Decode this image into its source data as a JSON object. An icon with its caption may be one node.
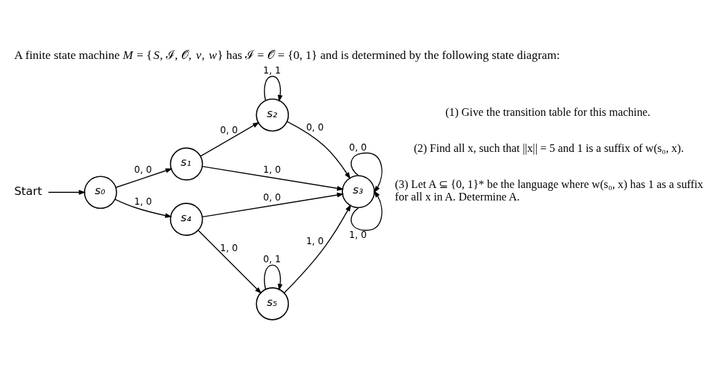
{
  "diagram": {
    "title": "A finite state machine *M* = {*S*, ℐ, 𝒪, *v*, *w*} has ℐ = 𝒪 = {0, 1} and is determined by the following state diagram:",
    "nodes": [
      {
        "text": [
          "s₁"
        ]
      },
      {
        "text": [
          "s₂"
        ]
      },
      {
        "text": [
          "Start"
        ]
      },
      {
        "text": [
          "s₀"
        ]
      },
      {
        "text": [
          "s₃"
        ]
      },
      {
        "text": [
          "s₄"
        ]
      },
      {
        "text": [
          "s₅"
        ]
      }
    ],
    "edges": [
      {
        "from": 2,
        "to": 3,
        "arrow": "to"
      },
      {
        "from": 3,
        "to": 0,
        "arrow": "to",
        "label": "0, 0"
      },
      {
        "from": 0,
        "to": 1,
        "arrow": "to",
        "label": "0, 0"
      },
      {
        "from": 0,
        "to": 4,
        "arrow": "to",
        "label": "1, 0"
      },
      {
        "from": 1,
        "to": 1,
        "arrow": "to",
        "label": "1, 1"
      },
      {
        "from": 1,
        "to": 4,
        "arrow": "to",
        "label": "0, 0"
      },
      {
        "from": 4,
        "to": 4,
        "arrow": "to",
        "label": "0, 0"
      },
      {
        "from": 3,
        "to": 5,
        "arrow": "to",
        "label": "1, 0"
      },
      {
        "from": 6,
        "to": 6,
        "arrow": "to",
        "label": "0, 1"
      },
      {
        "from": 6,
        "to": 4,
        "arrow": "to",
        "label": "1, 0"
      },
      {
        "from": 4,
        "to": 4,
        "arrow": "to",
        "label": "1, 0"
      },
      {
        "from": 5,
        "to": 6,
        "arrow": "to",
        "label": "1, 0"
      },
      {
        "from": 5,
        "to": 4,
        "arrow": "to",
        "label": "0, 0"
      }
    ],
    "labels": [
      "(1) Give the transition table for this machine.",
      "(2) Find all x, such that ||x|| = 5 and 1 is a suffix of w(s₀, x).",
      "(3) Let A ⊆ {0, 1}* be the language where w(s₀, x) has 1 as a suffix for all x in A. Determine A."
    ]
  }
}
